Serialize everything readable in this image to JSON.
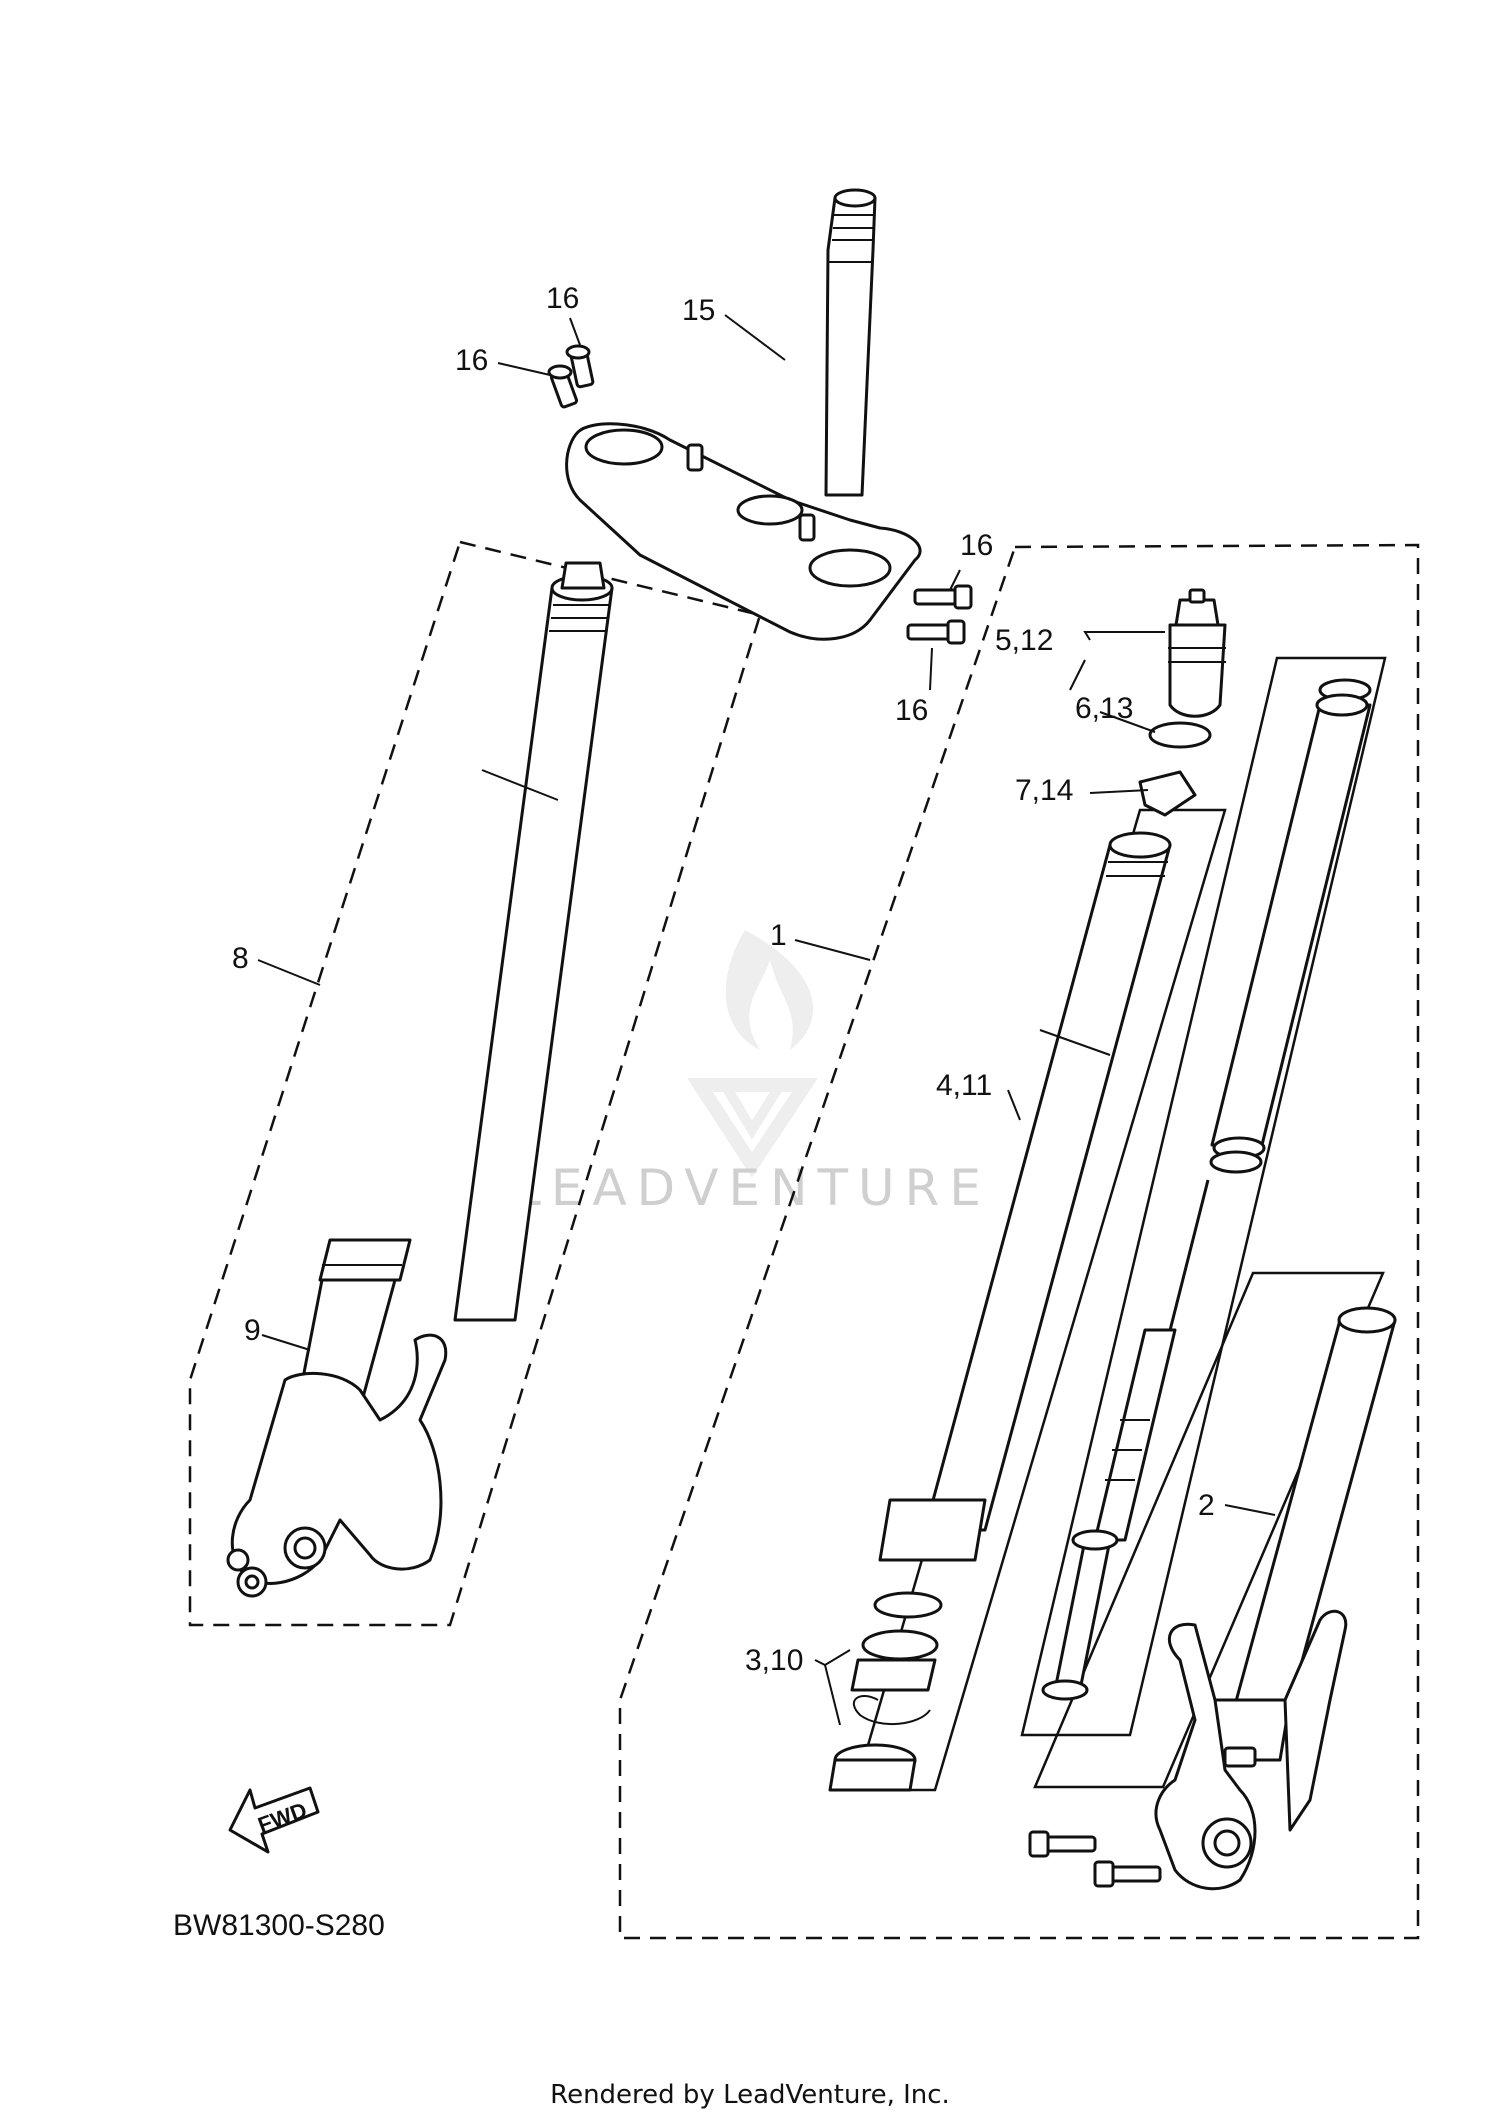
{
  "diagram": {
    "callouts": [
      "1",
      "2",
      "3,10",
      "4,11",
      "5,12",
      "6,13",
      "7,14",
      "8",
      "9",
      "15",
      "16",
      "16",
      "16",
      "16"
    ],
    "diagram_code": "BW81300-S280",
    "fwd_label": "FWD",
    "watermark": "LEADVENTURE",
    "footer": "Rendered by LeadVenture, Inc."
  }
}
